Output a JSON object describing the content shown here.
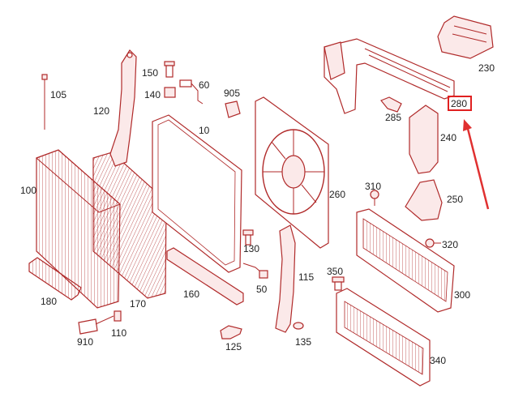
{
  "colors": {
    "part_outline": "#b02a2a",
    "part_fill": "#fbe9e9",
    "label_text": "#222222",
    "highlight": "#e02020",
    "arrow": "#e03030"
  },
  "highlighted_label": "280",
  "labels": {
    "l100": "100",
    "l105": "105",
    "l110": "110",
    "l115": "115",
    "l120": "120",
    "l125": "125",
    "l130": "130",
    "l135": "135",
    "l140": "140",
    "l150": "150",
    "l160": "160",
    "l170": "170",
    "l180": "180",
    "l10": "10",
    "l50": "50",
    "l60": "60",
    "l230": "230",
    "l240": "240",
    "l250": "250",
    "l260": "260",
    "l280": "280",
    "l285": "285",
    "l300": "300",
    "l310": "310",
    "l320": "320",
    "l340": "340",
    "l350": "350",
    "l905": "905",
    "l910": "910"
  }
}
